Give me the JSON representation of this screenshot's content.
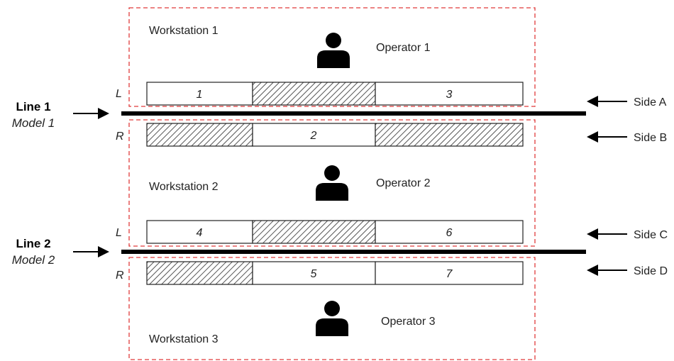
{
  "colors": {
    "workstation_border": "#e03b3b",
    "line_bar": "#000000",
    "text": "#222222",
    "hatch": "#555555"
  },
  "icons": {
    "operator": "person-icon",
    "arrow": "arrow-icon"
  },
  "workstations": [
    {
      "label": "Workstation 1",
      "operator": "Operator 1"
    },
    {
      "label": "Workstation 2",
      "operator": "Operator 2"
    },
    {
      "label": "Workstation 3",
      "operator": "Operator 3"
    }
  ],
  "lines": [
    {
      "name": "Line 1",
      "model": "Model 1"
    },
    {
      "name": "Line 2",
      "model": "Model 2"
    }
  ],
  "sides": [
    "Side A",
    "Side B",
    "Side C",
    "Side D"
  ],
  "row_labels": {
    "left": "L",
    "right": "R"
  },
  "tasks": {
    "row_1_L": [
      "1",
      "",
      "3"
    ],
    "row_1_R": [
      "",
      "2",
      ""
    ],
    "row_2_L": [
      "4",
      "",
      "6"
    ],
    "row_2_R": [
      "",
      "5",
      "7"
    ]
  }
}
